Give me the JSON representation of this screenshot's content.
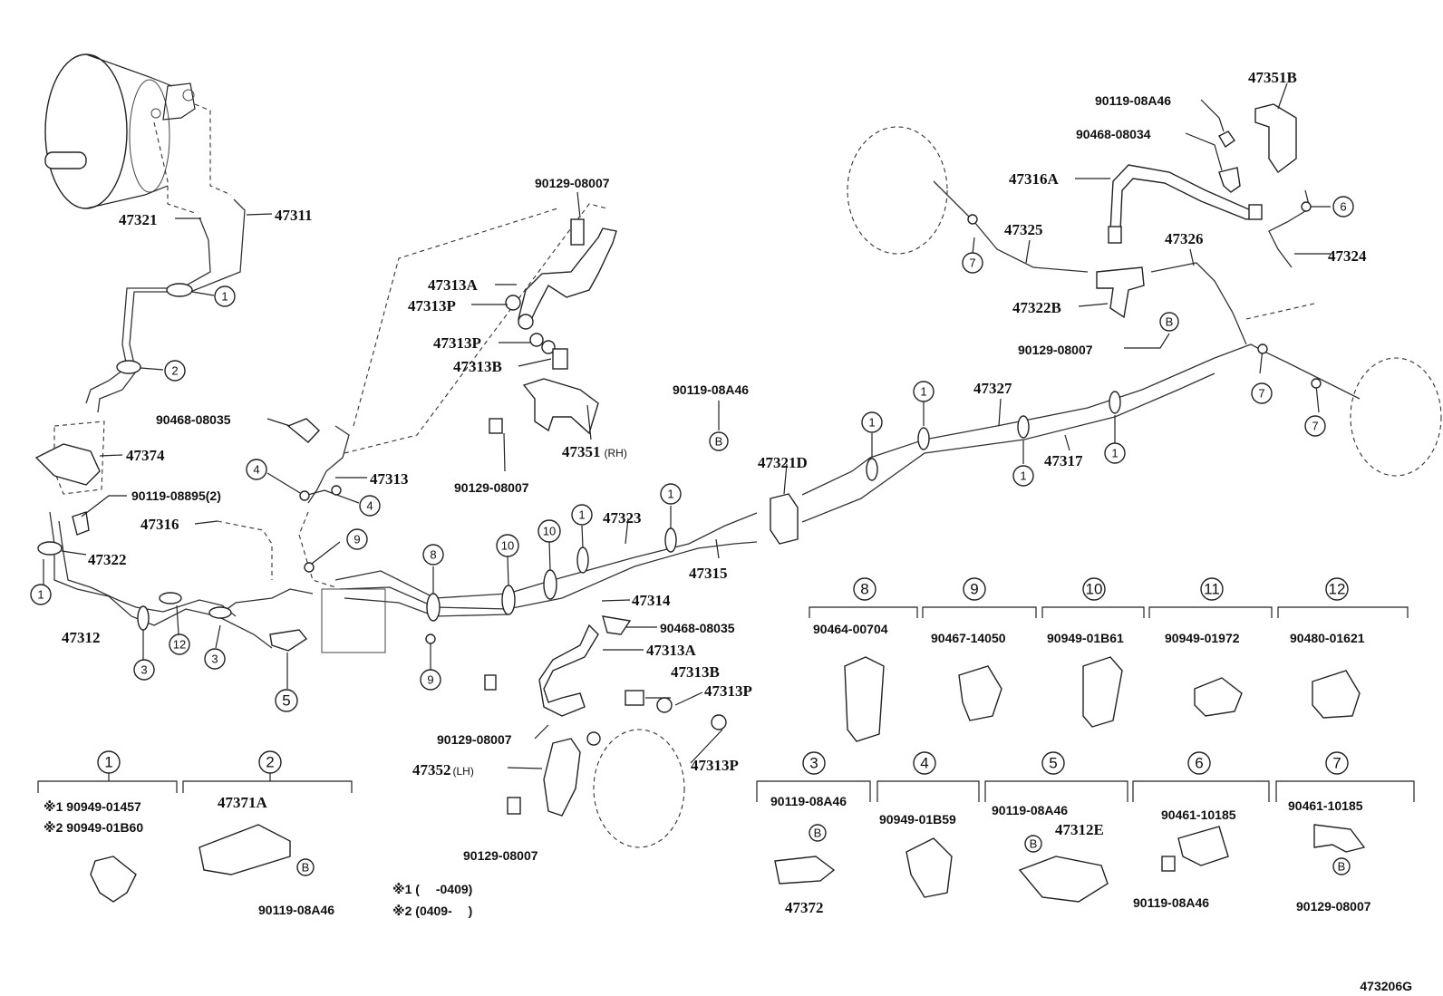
{
  "diagram_code": "473206G",
  "part_labels": {
    "p47321": "47321",
    "p47311": "47311",
    "p47374": "47374",
    "p90468_08035_a": "90468-08035",
    "p90119_08895": "90119-08895(2)",
    "p47316": "47316",
    "p47322": "47322",
    "p47312": "47312",
    "p47313": "47313",
    "p90129_08007_top": "90129-08007",
    "p47313A_top": "47313A",
    "p47313P_a": "47313P",
    "p47313P_b": "47313P",
    "p47313B_top": "47313B",
    "p47351_rh": "47351",
    "p90129_08007_mid": "90129-08007",
    "p90119_08A46_mid": "90119-08A46",
    "p47321D": "47321D",
    "p47323": "47323",
    "p47315": "47315",
    "p47314": "47314",
    "p90468_08035_b": "90468-08035",
    "p47313A_bot": "47313A",
    "p47313B_bot": "47313B",
    "p47313P_c": "47313P",
    "p47313P_d": "47313P",
    "p90129_08007_bot1": "90129-08007",
    "p47352_lh": "47352",
    "p90129_08007_bot2": "90129-08007",
    "p47327": "47327",
    "p47317": "47317",
    "p47351B": "47351B",
    "p90119_08A46_top": "90119-08A46",
    "p90468_08034": "90468-08034",
    "p47316A": "47316A",
    "p47325": "47325",
    "p47326": "47326",
    "p47324": "47324",
    "p47322B": "47322B",
    "p90129_08007_rt": "90129-08007"
  },
  "side_suffix": {
    "rh": "(RH)",
    "lh": "(LH)"
  },
  "legend": {
    "1": {
      "num": "1",
      "notes": [
        "※1 90949-01457",
        "※2 90949-01B60"
      ]
    },
    "2": {
      "num": "2",
      "part": "47371A",
      "fastener": "90119-08A46"
    },
    "3": {
      "num": "3",
      "fastener": "90119-08A46",
      "part": "47372"
    },
    "4": {
      "num": "4",
      "part": "90949-01B59"
    },
    "5": {
      "num": "5",
      "fastener": "90119-08A46",
      "part": "47312E"
    },
    "6": {
      "num": "6",
      "part": "90461-10185",
      "fastener": "90119-08A46"
    },
    "7": {
      "num": "7",
      "part": "90461-10185",
      "fastener": "90129-08007"
    },
    "8": {
      "num": "8",
      "part": "90464-00704"
    },
    "9": {
      "num": "9",
      "part": "90467-14050"
    },
    "10": {
      "num": "10",
      "part": "90949-01B61"
    },
    "11": {
      "num": "11",
      "part": "90949-01972"
    },
    "12": {
      "num": "12",
      "part": "90480-01621"
    }
  },
  "footnotes": [
    "※1 (　 -0409)",
    "※2 (0409- 　)"
  ],
  "callout_letter": "B"
}
